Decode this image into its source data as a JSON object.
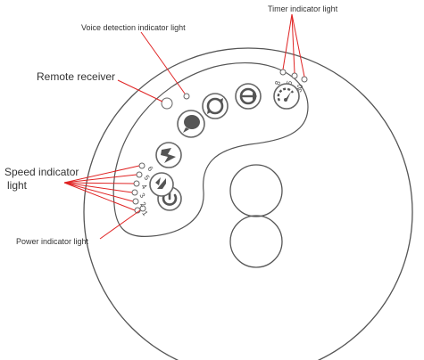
{
  "labels": {
    "timer": "Timer indicator light",
    "voice": "Voice detection indicator light",
    "remote": "Remote receiver",
    "speed_line1": "Speed indicator",
    "speed_line2": "light",
    "power": "Power indicator light"
  },
  "timer_values": [
    "8",
    "15",
    "30"
  ],
  "speed_levels": [
    "6",
    "5",
    "4",
    "3",
    "2",
    "1"
  ],
  "colors": {
    "leader_line": "#e02424",
    "outline": "#555555",
    "glyph": "#555555"
  },
  "buttons": [
    {
      "name": "power-button",
      "icon": "power-icon"
    },
    {
      "name": "speed-button",
      "icon": "speed-icon"
    },
    {
      "name": "mode-button",
      "icon": "lightning-icon"
    },
    {
      "name": "voice-button",
      "icon": "voice-icon"
    },
    {
      "name": "oscillate-button",
      "icon": "rotate-icon"
    },
    {
      "name": "swing-button",
      "icon": "swing-icon"
    },
    {
      "name": "timer-button",
      "icon": "timer-icon"
    }
  ]
}
